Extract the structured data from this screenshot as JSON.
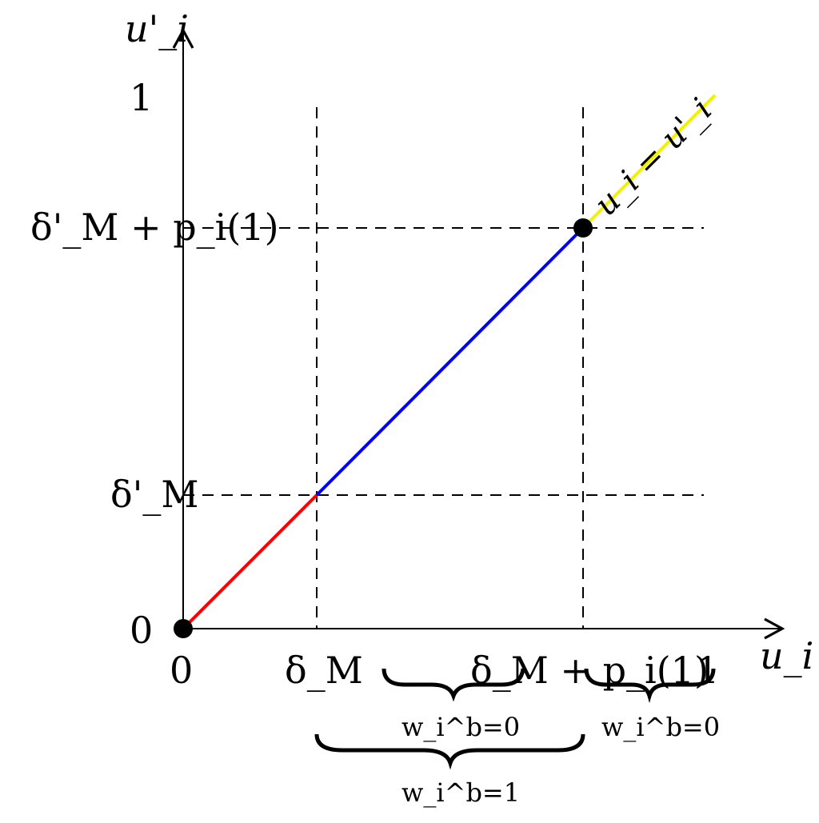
{
  "axes": {
    "x_label": "u_i",
    "y_label": "u'_i"
  },
  "x_ticks": {
    "zero": "0",
    "delta_m": "δ_M",
    "delta_m_plus_p": "δ_M + p_i(1)",
    "one": "1"
  },
  "y_ticks": {
    "zero": "0",
    "delta_m_prime": "δ'_M",
    "delta_m_prime_plus_p": "δ'_M + p_i(1)",
    "one": "1"
  },
  "diagonal_label": "u_i = u'_i",
  "braces": [
    {
      "label": "w_i^b=0"
    },
    {
      "label": "w_i^b=0"
    },
    {
      "label": "w_i^b=1"
    }
  ],
  "segment_colors": {
    "first": "#ff0000",
    "middle": "#0000ff",
    "last": "#f2f200"
  }
}
